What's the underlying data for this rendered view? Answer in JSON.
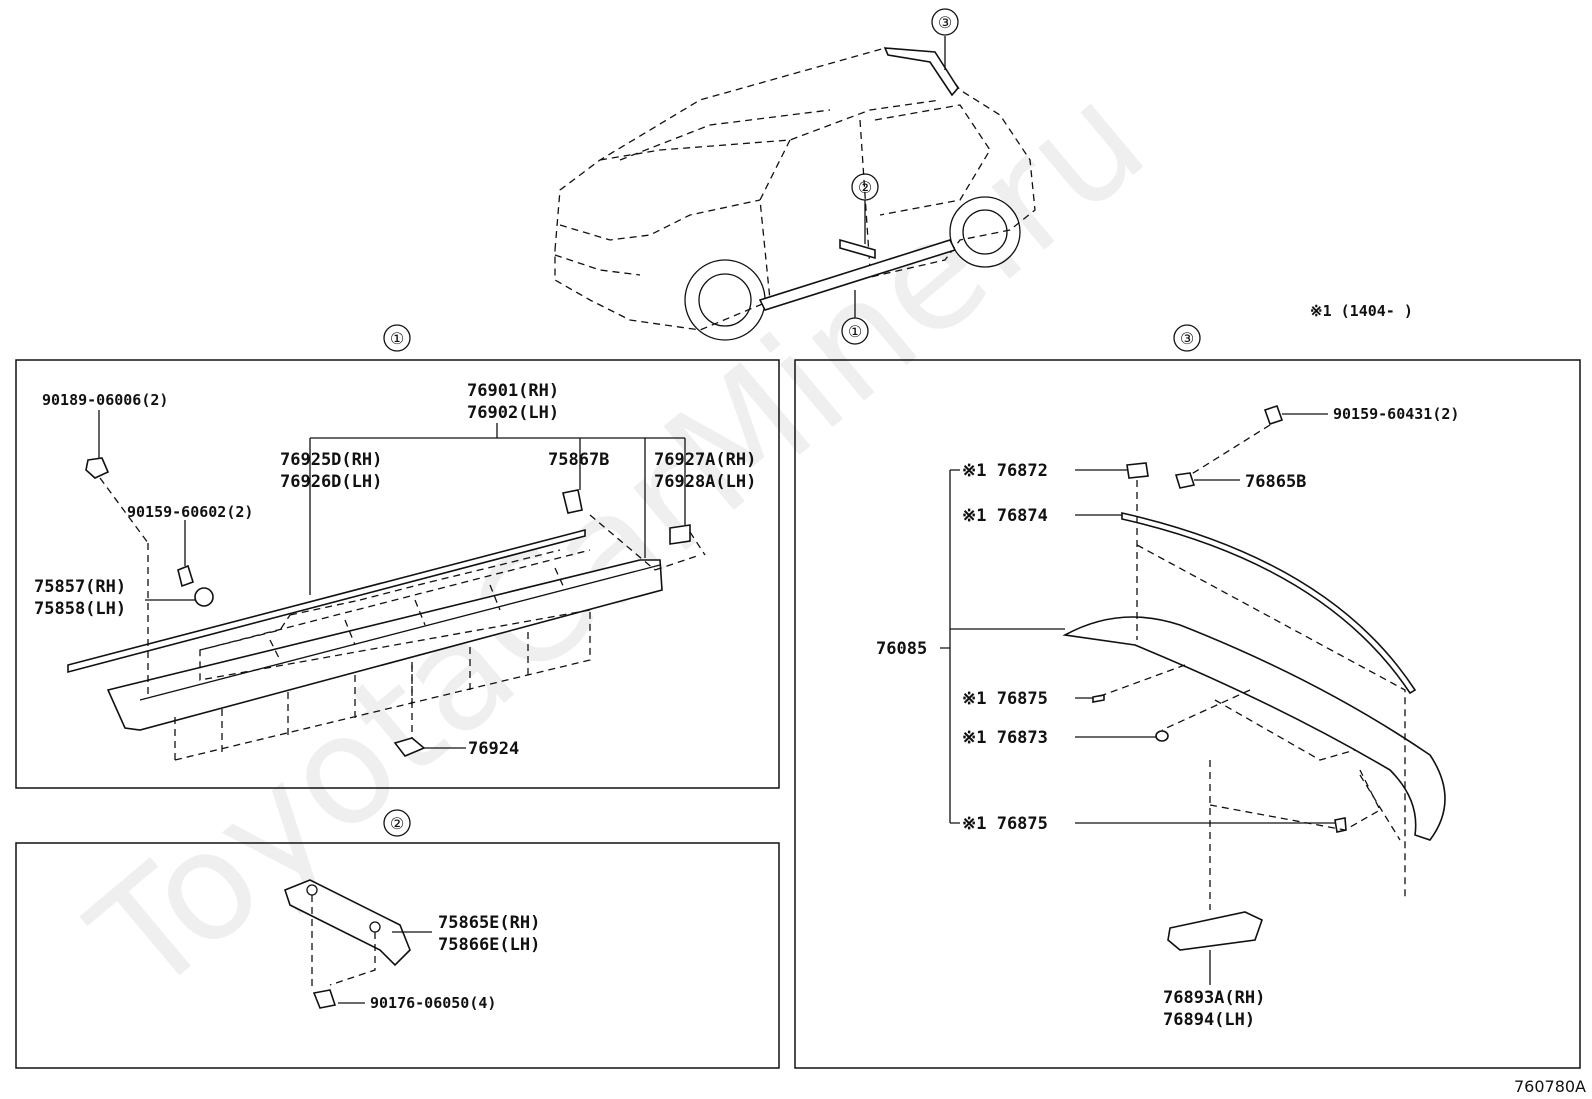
{
  "diagram_code": "760780A",
  "watermark": "ToyotaCarMine.ru",
  "note": "※1 (1404-      )",
  "overview": {
    "callouts": [
      "③",
      "②",
      "①"
    ]
  },
  "panel1": {
    "marker": "①",
    "labels": {
      "p90189": "90189-06006(2)",
      "p90159": "90159-60602(2)",
      "p75857": "75857(RH)",
      "p75858": "75858(LH)",
      "p76901": "76901(RH)",
      "p76902": "76902(LH)",
      "p76925": "76925D(RH)",
      "p76926": "76926D(LH)",
      "p75867": "75867B",
      "p76927": "76927A(RH)",
      "p76928": "76928A(LH)",
      "p76924": "76924"
    }
  },
  "panel2": {
    "marker": "②",
    "labels": {
      "p75865": "75865E(RH)",
      "p75866": "75866E(LH)",
      "p90176": "90176-06050(4)"
    }
  },
  "panel3": {
    "marker": "③",
    "labels": {
      "p90159": "90159-60431(2)",
      "p76865": "76865B",
      "p76872": "※1 76872",
      "p76874": "※1 76874",
      "p76085": "76085",
      "p76875a": "※1 76875",
      "p76873": "※1 76873",
      "p76875b": "※1 76875",
      "p76893": "76893A(RH)",
      "p76894": "76894(LH)"
    }
  }
}
